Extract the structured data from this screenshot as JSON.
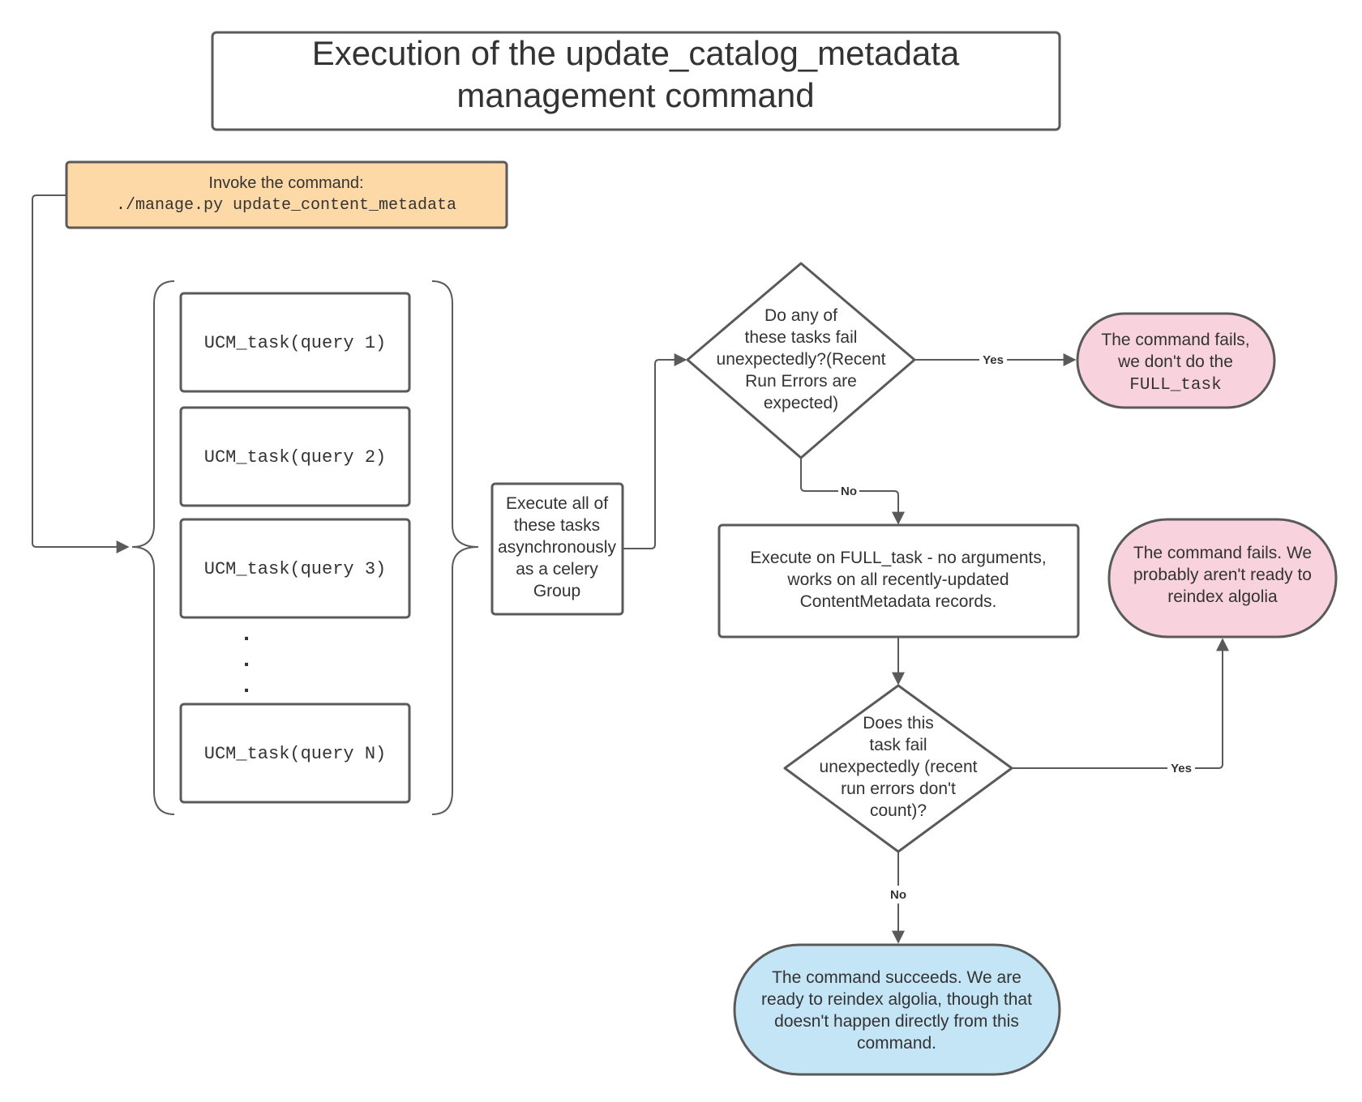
{
  "title": {
    "line1": "Execution of the update_catalog_metadata",
    "line2": "management command"
  },
  "invoke": {
    "line1": "Invoke the command:",
    "line2": "./manage.py update_content_metadata",
    "fill": "#fdd9a7"
  },
  "tasks": [
    "UCM_task(query 1)",
    "UCM_task(query 2)",
    "UCM_task(query 3)",
    "UCM_task(query N)"
  ],
  "ellipsis": ".",
  "group": [
    "Execute all of",
    "these tasks",
    "asynchronously",
    "as a celery",
    "Group"
  ],
  "decision1": [
    "Do any of",
    "these tasks fail",
    "unexpectedly?(Recent",
    "Run Errors are",
    "expected)"
  ],
  "fail1": {
    "line1": "The command fails,",
    "line2": "we don't do the",
    "line3": "FULL_task",
    "fill": "#f8d3de"
  },
  "full_task": [
    "Execute on FULL_task - no arguments,",
    "works on all recently-updated",
    "ContentMetadata records."
  ],
  "decision2": [
    "Does this",
    "task fail",
    "unexpectedly (recent",
    "run errors don't",
    "count)?"
  ],
  "fail2": {
    "lines": [
      "The command fails.  We",
      "probably aren't ready to",
      "reindex algolia"
    ],
    "fill": "#f8d3de"
  },
  "success": {
    "lines": [
      "The command succeeds.  We are",
      "ready to reindex algolia, though that",
      "doesn't happen directly from this",
      "command."
    ],
    "fill": "#c3e5f6"
  },
  "edge_labels": {
    "d1_yes": "Yes",
    "d1_no": "No",
    "d2_yes": "Yes",
    "d2_no": "No"
  },
  "colors": {
    "stroke": "#5a5a5a",
    "text": "#333333"
  }
}
